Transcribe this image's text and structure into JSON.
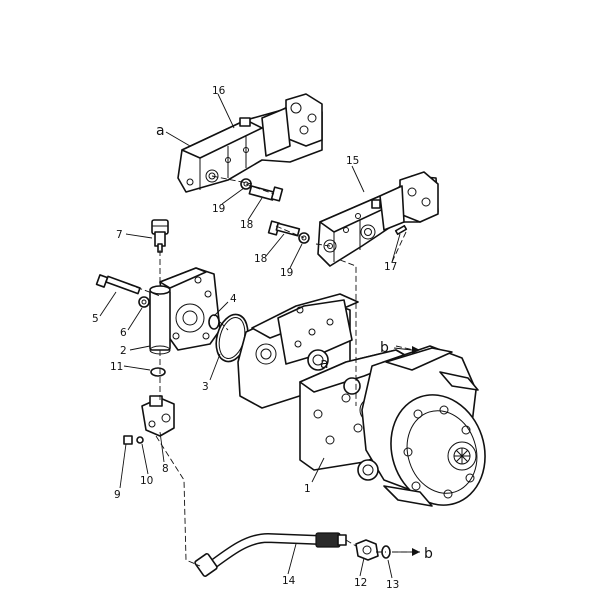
{
  "figure": {
    "callouts": [
      "1",
      "2",
      "3",
      "4",
      "5",
      "6",
      "7",
      "8",
      "9",
      "10",
      "11",
      "12",
      "13",
      "14",
      "15",
      "16",
      "17",
      "18",
      "18",
      "19",
      "19"
    ],
    "connection_letters": [
      "a",
      "a",
      "b",
      "b"
    ]
  },
  "labels": {
    "n1": "1",
    "n2": "2",
    "n3": "3",
    "n4": "4",
    "n5": "5",
    "n6": "6",
    "n7": "7",
    "n8": "8",
    "n9": "9",
    "n10": "10",
    "n11": "11",
    "n12": "12",
    "n13": "13",
    "n14": "14",
    "n15": "15",
    "n16": "16",
    "n17": "17",
    "n18a": "18",
    "n18b": "18",
    "n19a": "19",
    "n19b": "19",
    "a_top": "a",
    "a_pump": "a",
    "b_top": "b",
    "b_bottom": "b"
  }
}
